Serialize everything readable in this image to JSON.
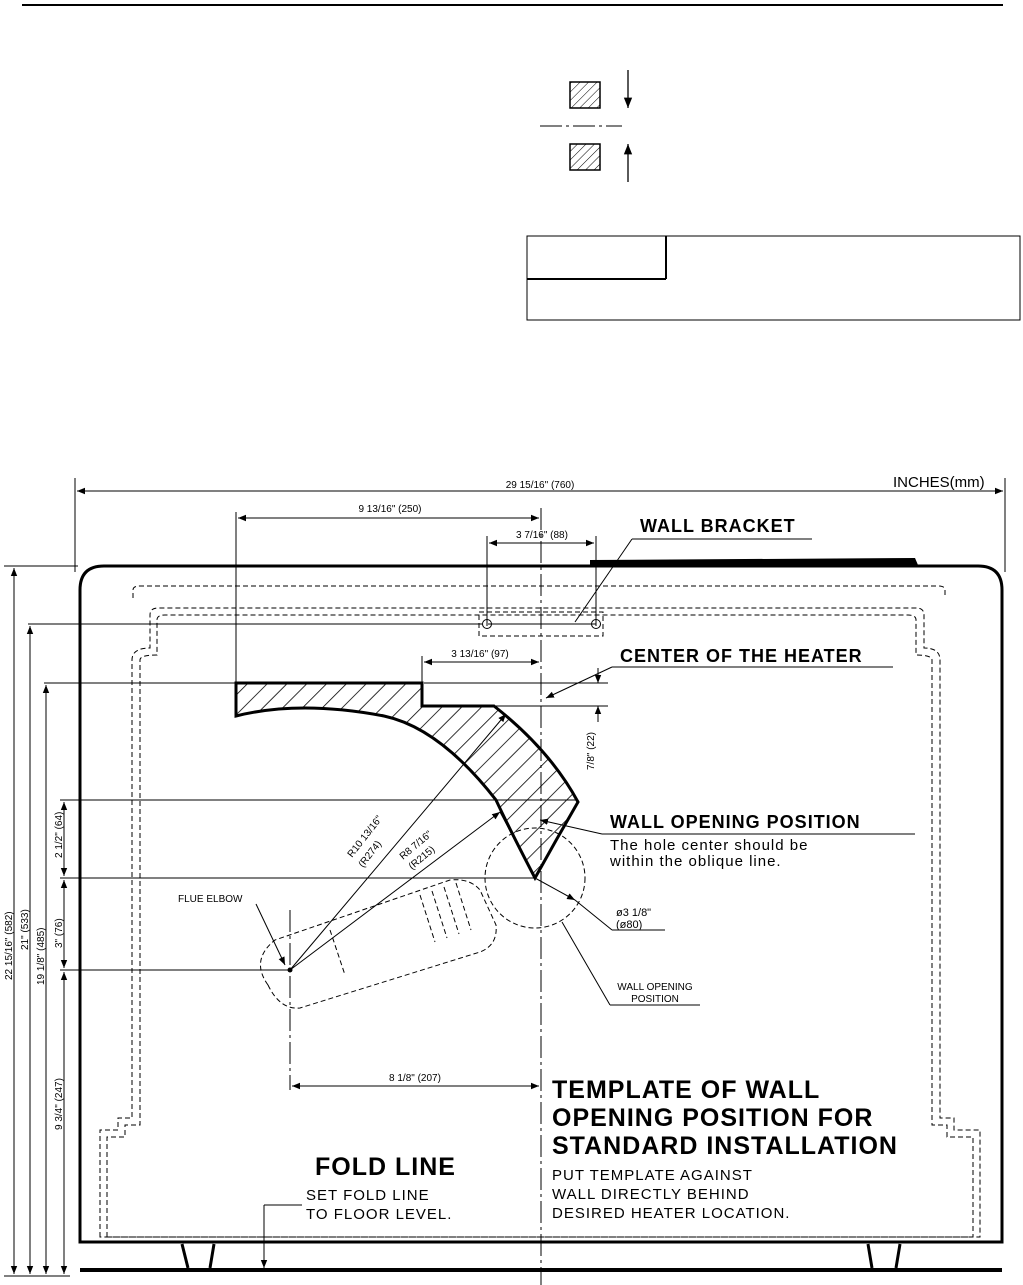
{
  "units_label": "INCHES(mm)",
  "dimensions": {
    "overall_width": "29 15/16\" (760)",
    "bracket_offset": "9 13/16\" (250)",
    "bracket_width": "3 7/16\" (88)",
    "center_offset": "3 13/16\" (97)",
    "step_height": "7/8\" (22)",
    "radius_outer_1": "R10 13/16\"",
    "radius_outer_2": "(R274)",
    "radius_inner_1": "R8 7/16\"",
    "radius_inner_2": "(R215)",
    "hole_dia_1": "ø3 1/8\"",
    "hole_dia_2": "(ø80)",
    "flue_to_center": "8 1/8\" (207)",
    "height_total": "22 15/16\" (582)",
    "height_bracket": "21\" (533)",
    "height_top_zone": "19 1/8\" (485)",
    "zone_height": "2 1/2\" (64)",
    "flue_offset": "3\" (76)",
    "flue_height": "9 3/4\" (247)"
  },
  "labels": {
    "wall_bracket": "WALL BRACKET",
    "center_of_heater": "CENTER OF THE HEATER",
    "wall_opening_position": "WALL OPENING POSITION",
    "wall_opening_note_1": "The hole center should be",
    "wall_opening_note_2": "within the oblique line.",
    "flue_elbow": "FLUE ELBOW",
    "wall_opening_small_1": "WALL OPENING",
    "wall_opening_small_2": "POSITION",
    "fold_line": "FOLD LINE",
    "fold_line_note_1": "SET FOLD LINE",
    "fold_line_note_2": "TO FLOOR LEVEL.",
    "template_title_1": "TEMPLATE OF WALL",
    "template_title_2": "OPENING POSITION FOR",
    "template_title_3": "STANDARD INSTALLATION",
    "template_note_1": "PUT TEMPLATE AGAINST",
    "template_note_2": "WALL DIRECTLY BEHIND",
    "template_note_3": "DESIRED HEATER LOCATION."
  },
  "legend": {
    "box_header": "",
    "box_body": ""
  }
}
